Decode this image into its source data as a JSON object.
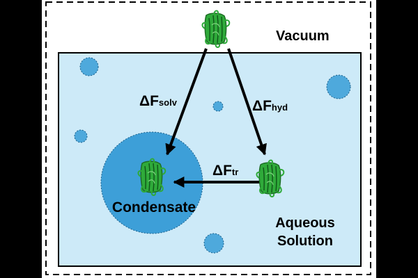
{
  "labels": {
    "vacuum": "Vacuum",
    "solv_main": "ΔF",
    "solv_sub": "solv",
    "hyd_main": "ΔF",
    "hyd_sub": "hyd",
    "tr_main": "ΔF",
    "tr_sub": "tr",
    "condensate": "Condensate",
    "aqueous_line1": "Aqueous",
    "aqueous_line2": "Solution"
  },
  "colors": {
    "outer_background": "#000000",
    "figure_background": "#ffffff",
    "solution_fill": "#cdeaf8",
    "droplet_fill": "#4ea9dc",
    "condensate_fill": "#3d9fd8",
    "protein_green": "#2faa3a",
    "protein_dark": "#1d6e25",
    "arrow": "#000000"
  }
}
